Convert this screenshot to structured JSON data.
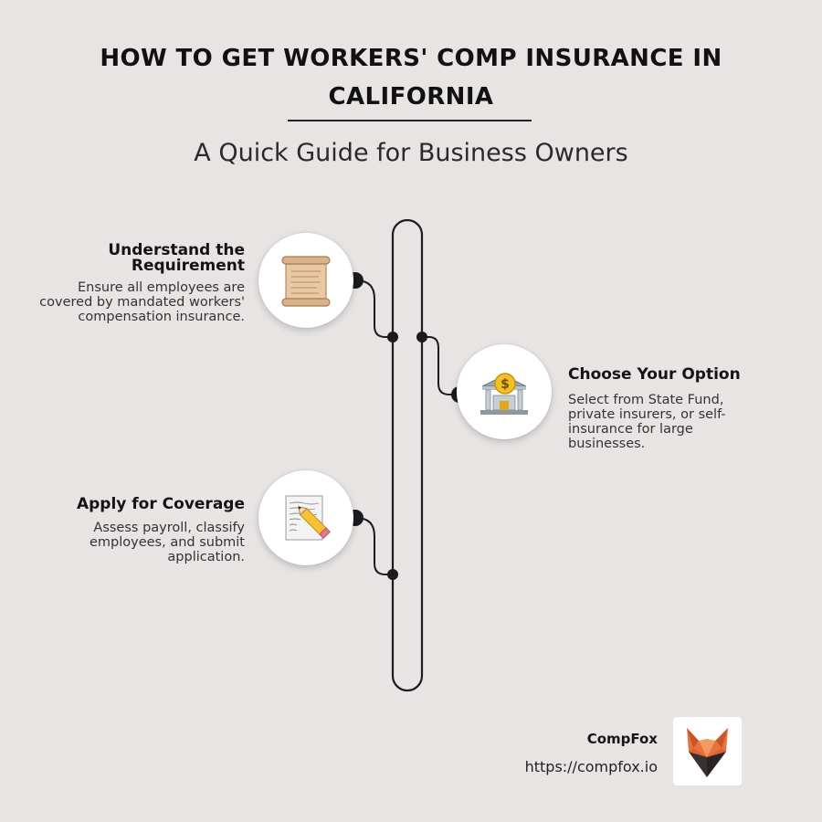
{
  "header": {
    "title": "HOW TO GET WORKERS' COMP INSURANCE IN CALIFORNIA",
    "subtitle": "A Quick Guide for Business Owners"
  },
  "steps": [
    {
      "title": "Understand the Requirement",
      "description": "Ensure all employees are covered by mandated workers' compensation insurance.",
      "icon": "scroll-icon",
      "side": "left"
    },
    {
      "title": "Choose Your Option",
      "description": "Select from State Fund, private insurers, or self-insurance for large businesses.",
      "icon": "bank-icon",
      "side": "right"
    },
    {
      "title": "Apply for Coverage",
      "description": "Assess payroll, classify employees, and submit application.",
      "icon": "memo-pencil-icon",
      "side": "left"
    }
  ],
  "footer": {
    "brand_name": "CompFox",
    "url": "https://compfox.io",
    "logo_icon": "fox-logo-icon"
  },
  "colors": {
    "background": "#e7e4e3",
    "line": "#1b1b1f",
    "logo_orange": "#e8733a"
  }
}
